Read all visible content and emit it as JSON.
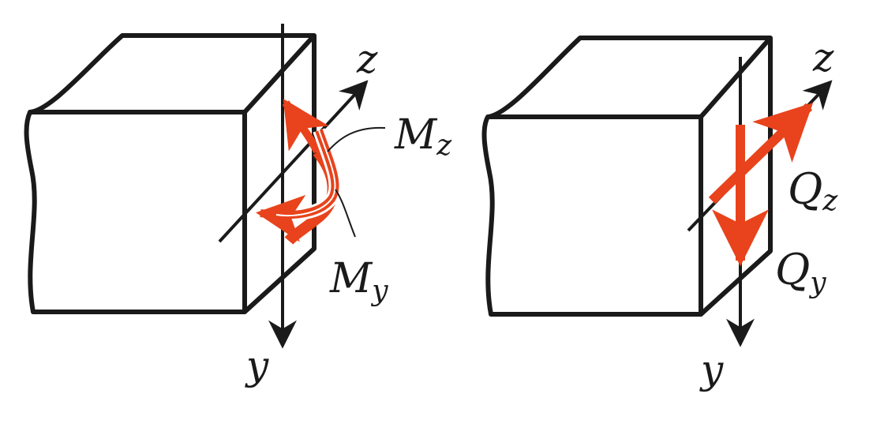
{
  "figure": {
    "left_panel": {
      "axis_z": "z",
      "axis_y": "y",
      "moment_z": {
        "symbol": "M",
        "subscript": "z"
      },
      "moment_y": {
        "symbol": "M",
        "subscript": "y"
      }
    },
    "right_panel": {
      "axis_z": "z",
      "axis_y": "y",
      "shear_z": {
        "symbol": "Q",
        "subscript": "z"
      },
      "shear_y": {
        "symbol": "Q",
        "subscript": "y"
      }
    }
  },
  "colors": {
    "stroke": "#1a1a1a",
    "force": "#e8431c"
  }
}
